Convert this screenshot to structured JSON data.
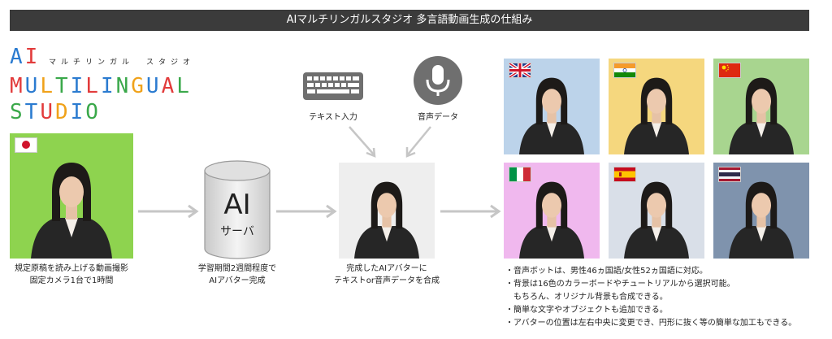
{
  "header": {
    "title": "AIマルチリンガルスタジオ 多言語動画生成の仕組み"
  },
  "logo": {
    "line1": "AI",
    "kana": "マルチリンガル　スタジオ",
    "line2": "MULTILINGUAL",
    "line3": "STUDIO"
  },
  "source": {
    "flag": "japan-flag",
    "background": "#8ed34f",
    "caption_line1": "規定原稿を読み上げる動画撮影",
    "caption_line2": "固定カメラ1台で1時間"
  },
  "server": {
    "title": "AI",
    "subtitle": "サーバ",
    "caption_line1": "学習期間2週間程度で",
    "caption_line2": "AIアバター完成"
  },
  "inputs": {
    "text_label": "テキスト入力",
    "audio_label": "音声データ"
  },
  "avatar": {
    "background": "#eeeeee",
    "caption_line1": "完成したAIアバターに",
    "caption_line2": "テキストor音声データを合成"
  },
  "outputs": [
    {
      "flag": "uk-flag",
      "background": "#bcd3ea"
    },
    {
      "flag": "india-flag",
      "background": "#f5d77e"
    },
    {
      "flag": "china-flag",
      "background": "#a8d58f"
    },
    {
      "flag": "italy-flag",
      "background": "#f0b8ee"
    },
    {
      "flag": "spain-flag",
      "background": "#d9dfe8"
    },
    {
      "flag": "thailand-flag",
      "background": "#7f93ad"
    }
  ],
  "notes": [
    "・音声ボットは、男性46ヵ国語/女性52ヵ国語に対応。",
    "・背景は16色のカラーボードやチュートリアルから選択可能。",
    "　もちろん、オリジナル背景も合成できる。",
    "・簡単な文字やオブジェクトも追加できる。",
    "・アバターの位置は左右中央に変更でき、円形に抜く等の簡単な加工もできる。"
  ]
}
